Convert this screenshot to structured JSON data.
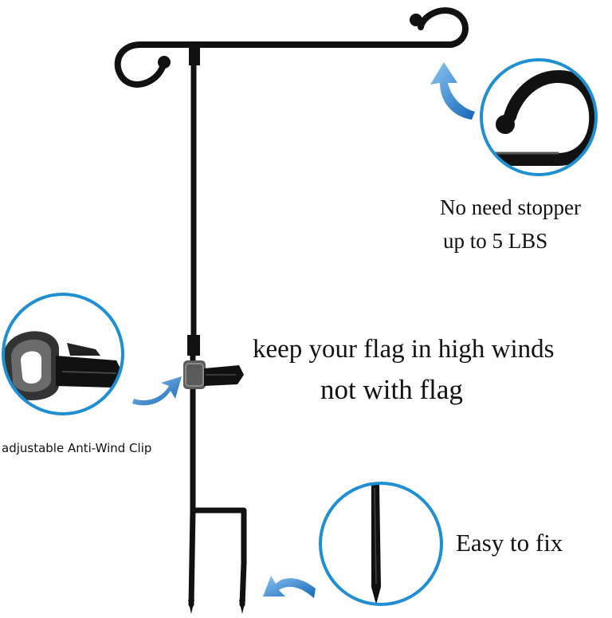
{
  "captions": {
    "stopper": "No need stopper",
    "weight": "up to 5 LBS",
    "winds": "keep your flag in high winds",
    "no_flag": "not with flag",
    "clip": "adjustable Anti-Wind Clip",
    "fix": "Easy to fix"
  },
  "colors": {
    "pole": "#111111",
    "callout_ring": "#1e8fd2",
    "arrow": "#1f7fd0",
    "clip_band": "#5a5a5a"
  },
  "icons": [
    "flag-pole",
    "hook-closeup",
    "clip-closeup",
    "spike-closeup",
    "blue-arrow"
  ]
}
